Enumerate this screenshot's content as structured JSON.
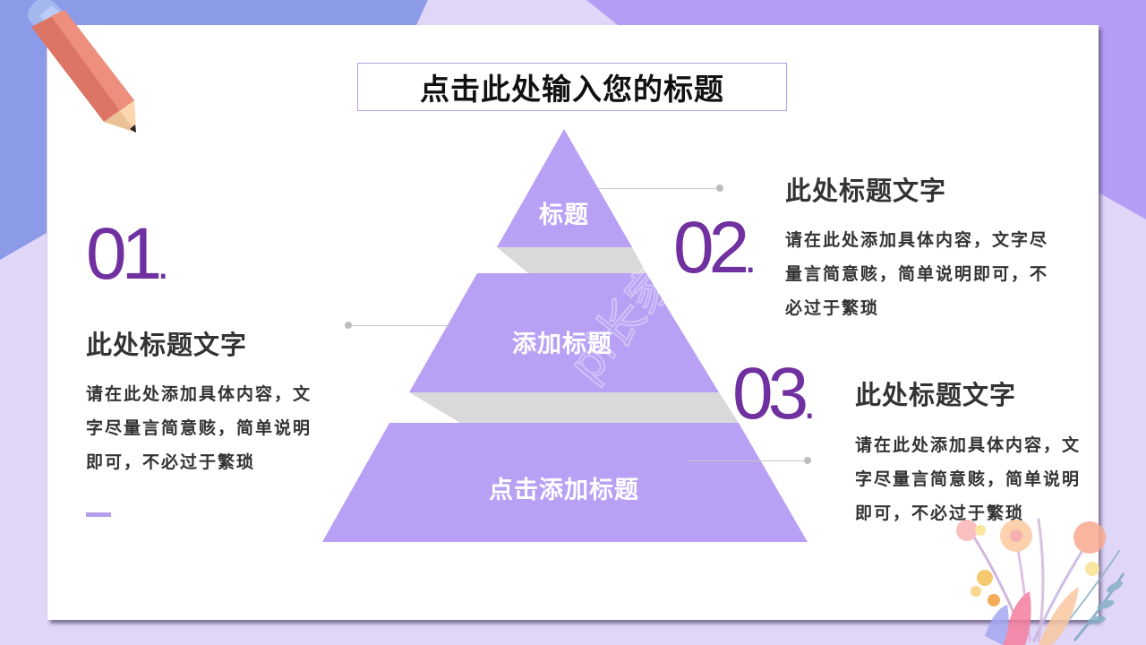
{
  "slide": {
    "title": "点击此处输入您的标题",
    "colors": {
      "accent_purple": "#7030A0",
      "pyramid_fill": "#B8A1F5",
      "gray_band": "#D9D9D9",
      "bg_blue": "#8B9BE8",
      "bg_lavender": "#E0D6F7",
      "bg_purple": "#B59DF6"
    },
    "pyramid": {
      "tiers": [
        {
          "label": "标题"
        },
        {
          "label": "添加标题"
        },
        {
          "label": "点击添加标题"
        }
      ]
    },
    "items": [
      {
        "number": "01",
        "dot": ".",
        "heading": "此处标题文字",
        "lines": [
          "请在此处添加具体内容，文",
          "字尽量言简意赅，简单说明",
          "即可，不必过于繁琐"
        ]
      },
      {
        "number": "02",
        "dot": ".",
        "heading": "此处标题文字",
        "lines": [
          "请在此处添加具体内容，文字尽",
          "量言简意赅，简单说明即可，不",
          "必过于繁琐"
        ]
      },
      {
        "number": "03",
        "dot": ".",
        "heading": "此处标题文字",
        "lines": [
          "请在此处添加具体内容，文",
          "字尽量言简意赅，简单说明",
          "即可，不必过于繁琐"
        ]
      }
    ],
    "decorations": {
      "pencil": "pencil-icon",
      "flowers": "flower-bouquet-icon"
    }
  }
}
